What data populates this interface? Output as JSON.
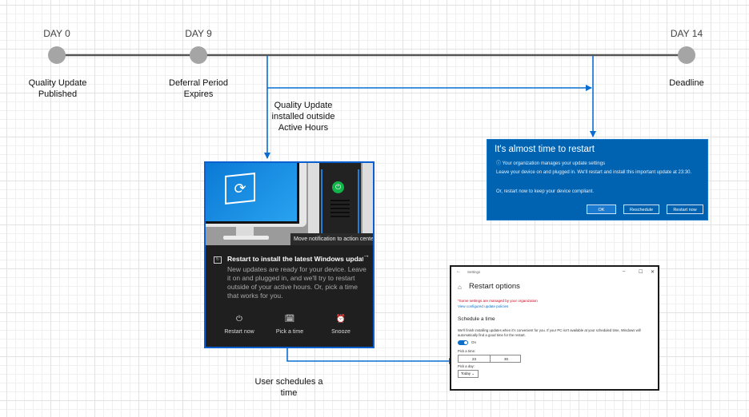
{
  "timeline": {
    "milestones": [
      {
        "day": "DAY 0",
        "caption": [
          "Quality Update",
          "Published"
        ]
      },
      {
        "day": "DAY 9",
        "caption": [
          "Deferral Period",
          "Expires"
        ]
      },
      {
        "day": "DAY 14",
        "caption": [
          "Deadline"
        ]
      }
    ],
    "line_color": "#555555",
    "arrow_color": "#0a6ed1",
    "node_color": "#a5a5a5"
  },
  "annotations": {
    "installed": [
      "Quality Update",
      "installed outside",
      "Active Hours"
    ],
    "user_schedules": [
      "User schedules a",
      "time"
    ]
  },
  "restart_dialog": {
    "title": "It's almost time to restart",
    "org_notice": "Your organization manages your update settings",
    "body_line1": "Leave your device on and plugged in. We'll restart and install this important update at 23:30.",
    "body_line2": "Or, restart now to keep your device compliant.",
    "buttons": {
      "ok": "OK",
      "reschedule": "Reschedule",
      "restart_now": "Restart now"
    },
    "background": "#0063b1"
  },
  "toast": {
    "tooltip": "Move notification to action center",
    "title": "Restart to install the latest Windows updates",
    "body": "New updates are ready for your device. Leave it on and plugged in, and we'll try to restart outside of your active hours. Or, pick a time that works for you.",
    "actions": [
      {
        "label": "Restart now",
        "icon": "power-icon",
        "glyph": "⏻"
      },
      {
        "label": "Pick a time",
        "icon": "calendar-clock-icon",
        "glyph": "🗓"
      },
      {
        "label": "Snooze",
        "icon": "alarm-clock-icon",
        "glyph": "⏰"
      }
    ]
  },
  "settings_window": {
    "app_title": "Settings",
    "heading": "Restart options",
    "managed_notice": "*Some settings are managed by your organization",
    "policies_link": "View configured update policies",
    "section": "Schedule a time",
    "description": "We'll finish installing updates when it's convenient for you. If your PC isn't available at your scheduled time, Windows will automatically find a good time for the restart.",
    "toggle_state": "On",
    "pick_time_label": "Pick a time:",
    "time_hour": "23",
    "time_minute": "30",
    "pick_day_label": "Pick a day:",
    "day_value": "Today"
  }
}
